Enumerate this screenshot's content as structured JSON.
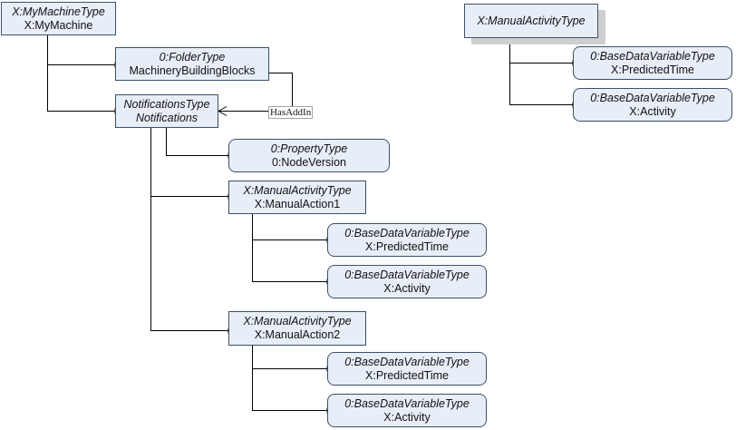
{
  "nodes": {
    "my_machine": {
      "type": "X:MyMachineType",
      "name": "X:MyMachine"
    },
    "machinery_building_blocks": {
      "type": "0:FolderType",
      "name": "MachineryBuildingBlocks"
    },
    "notifications": {
      "type": "NotificationsType",
      "name": "Notifications"
    },
    "node_version": {
      "type": "0:PropertyType",
      "name": "0:NodeVersion"
    },
    "manual_action1": {
      "type": "X:ManualActivityType",
      "name": "X:ManualAction1"
    },
    "ma1_predicted_time": {
      "type": "0:BaseDataVariableType",
      "name": "X:PredictedTime"
    },
    "ma1_activity": {
      "type": "0:BaseDataVariableType",
      "name": "X:Activity"
    },
    "manual_action2": {
      "type": "X:ManualActivityType",
      "name": "X:ManualAction2"
    },
    "ma2_predicted_time": {
      "type": "0:BaseDataVariableType",
      "name": "X:PredictedTime"
    },
    "ma2_activity": {
      "type": "0:BaseDataVariableType",
      "name": "X:Activity"
    },
    "manual_activity_type": {
      "type": "X:ManualActivityType",
      "name": ""
    },
    "mat_predicted_time": {
      "type": "0:BaseDataVariableType",
      "name": "X:PredictedTime"
    },
    "mat_activity": {
      "type": "0:BaseDataVariableType",
      "name": "X:Activity"
    }
  },
  "references": {
    "has_add_in": "HasAddIn"
  },
  "colors": {
    "node_fill": "#e8eef7",
    "node_border": "#3c5066",
    "line": "#000000"
  }
}
